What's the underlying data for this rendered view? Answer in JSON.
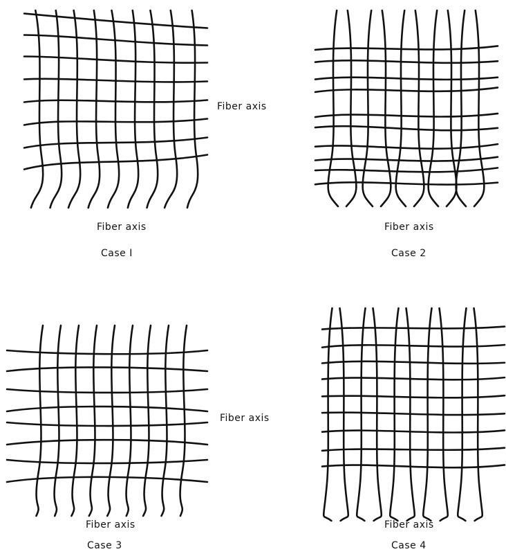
{
  "labels": {
    "fiber_axis": "Fiber axis",
    "case1": "Case I",
    "case2": "Case 2",
    "case3": "Case 3",
    "case4": "Case 4"
  },
  "panels": [
    {
      "name": "case1",
      "caption": "Case I",
      "description": "square mesh, horizontal strands bow outward near edges"
    },
    {
      "name": "case2",
      "caption": "Case 2",
      "description": "paired vertical strands with widely spaced horizontal strands"
    },
    {
      "name": "case3",
      "caption": "Case 3",
      "description": "vertical strands densely spaced, horizontal strands in pairs"
    },
    {
      "name": "case4",
      "caption": "Case 4",
      "description": "paired vertical strands with dense horizontal strands"
    }
  ],
  "colors": {
    "stroke": "#111111",
    "background": "#ffffff"
  }
}
